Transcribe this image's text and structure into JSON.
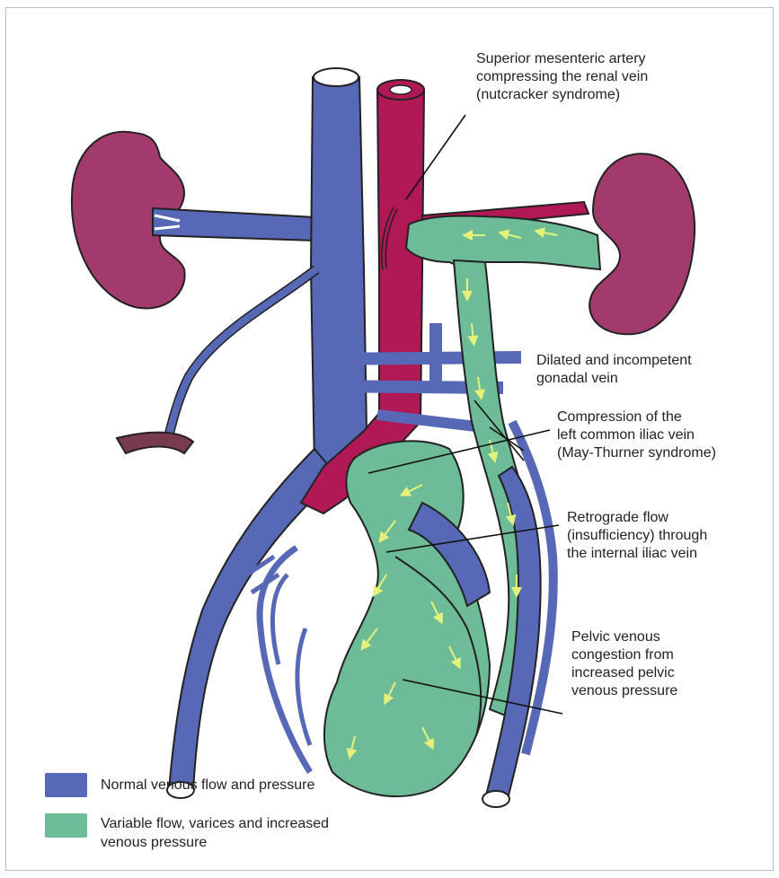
{
  "colors": {
    "vein": "#5668b6",
    "artery": "#b01856",
    "kidney": "#a33a6e",
    "varices": "#6dbb97",
    "flow_arrow": "#e4f27a",
    "outline": "#222222"
  },
  "annotations": {
    "sma": "Superior mesenteric artery\ncompressing the renal vein\n(nutcracker syndrome)",
    "gonadal": "Dilated and incompetent\ngonadal vein",
    "may_thurner": "Compression of the\nleft common iliac vein\n(May-Thurner syndrome)",
    "retrograde": "Retrograde flow\n(insufficiency) through\nthe internal iliac vein",
    "pelvic": "Pelvic venous\ncongestion from\nincreased pelvic\nvenous pressure"
  },
  "legend": {
    "normal": {
      "label": "Normal venous flow and pressure",
      "color": "#5668b6"
    },
    "variable": {
      "label": "Variable flow, varices and increased\nvenous pressure",
      "color": "#6dbb97"
    }
  }
}
